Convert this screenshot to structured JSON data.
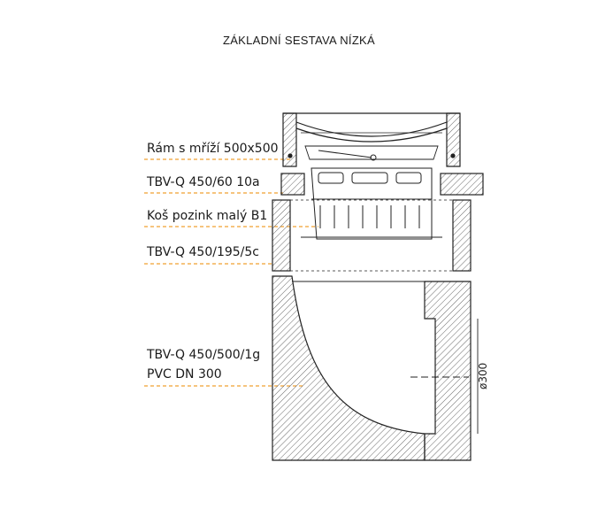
{
  "title": "ZÁKLADNÍ SESTAVA NÍZKÁ",
  "components": [
    {
      "id": "frame",
      "label": "Rám s mříží 500x500"
    },
    {
      "id": "ring60",
      "label": "TBV-Q 450/60 10a"
    },
    {
      "id": "basket",
      "label": "Koš pozink malý B1"
    },
    {
      "id": "ring195",
      "label": "TBV-Q 450/195/5c"
    },
    {
      "id": "base",
      "label": "TBV-Q 450/500/1g",
      "sublabel": "PVC DN 300"
    }
  ],
  "dimension": {
    "label": "ø300"
  },
  "colors": {
    "leader": "#f0a030",
    "line": "#222222",
    "hatch": "#555555"
  }
}
